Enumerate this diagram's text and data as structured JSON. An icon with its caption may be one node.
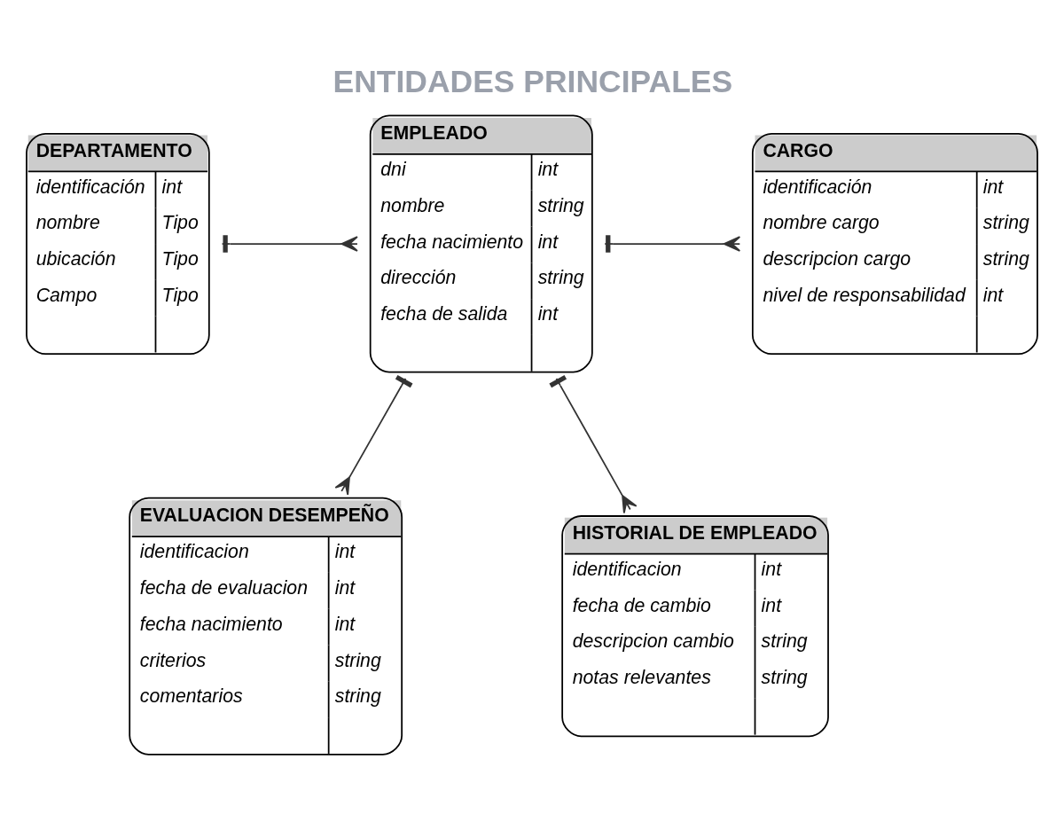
{
  "diagram": {
    "title": "ENTIDADES PRINCIPALES",
    "nodes": [
      {
        "text": [
          "DEPARTAMENTO",
          "identificación",
          "int",
          "nombre",
          "Tipo",
          "ubicación",
          "Tipo",
          "Campo",
          "Tipo"
        ]
      },
      {
        "text": [
          "EMPLEADO",
          "dni",
          "int",
          "nombre",
          "string",
          "fecha nacimiento",
          "int",
          "dirección",
          "string",
          "fecha de salida",
          "int"
        ]
      },
      {
        "text": [
          "CARGO",
          "identificación",
          "int",
          "nombre cargo",
          "string",
          "descripcion cargo",
          "string",
          "nivel de responsabilidad",
          "int"
        ]
      },
      {
        "text": [
          "EVALUACION DESEMPEÑO",
          "identificacion",
          "int",
          "fecha de evaluacion",
          "int",
          "fecha nacimiento",
          "int",
          "criterios",
          "string",
          "comentarios",
          "string"
        ]
      },
      {
        "text": [
          "HISTORIAL DE EMPLEADO",
          "identificacion",
          "int",
          "fecha de cambio",
          "int",
          "descripcion cambio",
          "string",
          "notas relevantes",
          "string"
        ]
      }
    ],
    "edges": [
      {
        "from": 0,
        "to": 1,
        "arrow": "other"
      },
      {
        "from": 1,
        "to": 2,
        "arrow": "other"
      },
      {
        "from": 1,
        "to": 3,
        "arrow": "other"
      },
      {
        "from": 1,
        "to": 4,
        "arrow": "other"
      }
    ]
  }
}
